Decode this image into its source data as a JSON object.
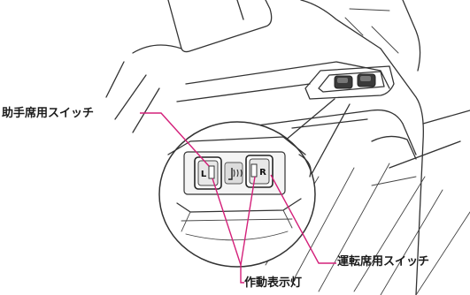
{
  "labels": {
    "passenger_switch": "助手席用スイッチ",
    "driver_switch": "運転席用スイッチ",
    "indicator_light": "作動表示灯"
  },
  "switch_marks": {
    "left": "L",
    "right": "R"
  },
  "icons": {
    "seat_heater": "seat-heater-icon"
  },
  "colors": {
    "leader_line": "#d4207a",
    "outline": "#333333"
  }
}
